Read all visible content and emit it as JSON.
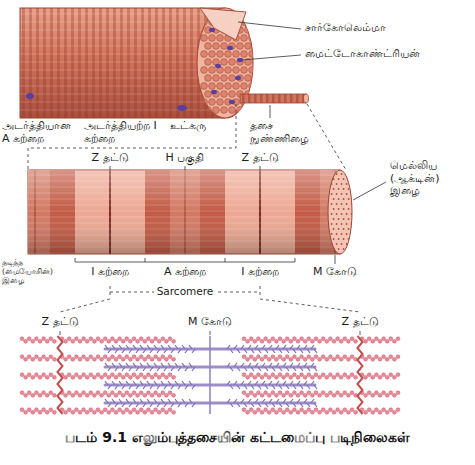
{
  "diagram": {
    "caption": "படம் 9.1 எலும்புத்தசையின் கட்டமைப்பு படிநிலைகள்",
    "labels": [
      "சார்கோலெம்மா",
      "மைட்டோகாண்ட்ரியன்",
      "அடர்த்தியான A கற்றை",
      "அடர்த்தியற்ற I கற்றை",
      "உட்கரு",
      "தசை நுண்ணிழை",
      "Z தட்டு",
      "H பகுதி",
      "Z தட்டு",
      "மெல்லிய (ஆக்டின்) இழை",
      "தடித்த (மையோசின்) இழை",
      "I கற்றை",
      "A கற்றை",
      "I கற்றை",
      "M கோடு",
      "Sarcomere",
      "Z தட்டு",
      "M கோடு",
      "Z தட்டு"
    ]
  }
}
